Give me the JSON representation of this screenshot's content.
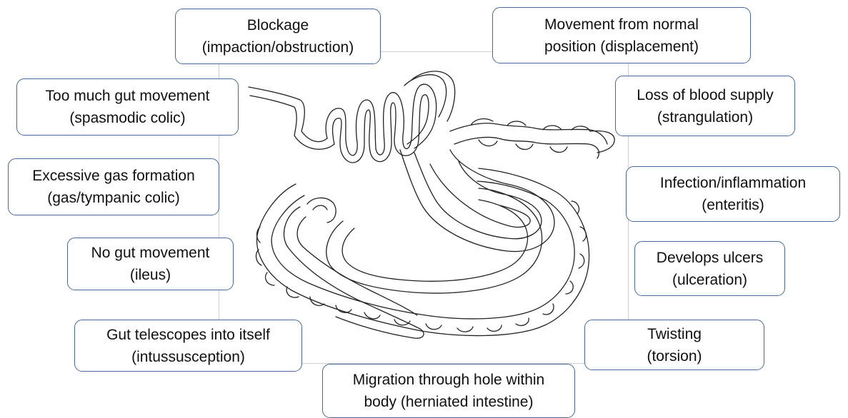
{
  "labels": {
    "blockage": {
      "line1": "Blockage",
      "line2": "(impaction/obstruction)"
    },
    "displacement": {
      "line1": "Movement from normal",
      "line2": "position (displacement)"
    },
    "spasmodic": {
      "line1": "Too much gut movement",
      "line2": "(spasmodic colic)"
    },
    "strangulation": {
      "line1": "Loss of blood supply",
      "line2": "(strangulation)"
    },
    "gas": {
      "line1": "Excessive gas formation",
      "line2": "(gas/tympanic colic)"
    },
    "enteritis": {
      "line1": "Infection/inflammation",
      "line2": "(enteritis)"
    },
    "ileus": {
      "line1": "No gut movement",
      "line2": "(ileus)"
    },
    "ulceration": {
      "line1": "Develops ulcers",
      "line2": "(ulceration)"
    },
    "intussusception": {
      "line1": "Gut telescopes into itself",
      "line2": "(intussusception)"
    },
    "torsion": {
      "line1": "Twisting",
      "line2": "(torsion)"
    },
    "hernia": {
      "line1": "Migration through hole within",
      "line2": "body (herniated intestine)"
    }
  },
  "colors": {
    "box_border": "#4a6795",
    "drawing_stroke": "#222222"
  }
}
